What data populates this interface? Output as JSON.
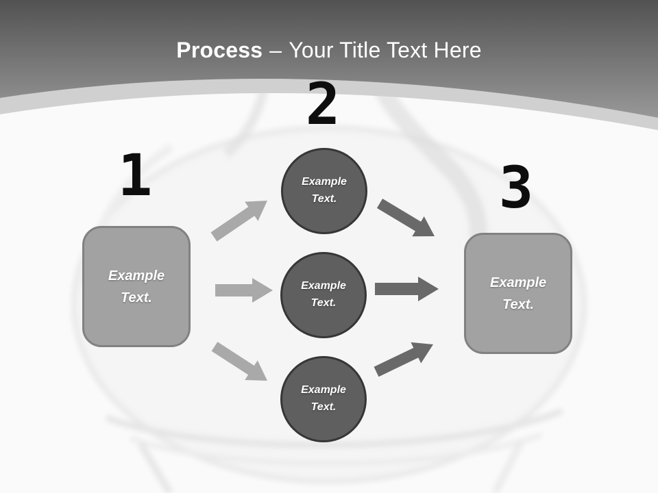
{
  "header": {
    "title_emphasis": "Process",
    "title_separator": "–",
    "title_rest": "Your Title Text Here"
  },
  "diagram": {
    "columns": [
      {
        "number": "1",
        "shape": "rounded-rectangle",
        "label": "Example Text."
      },
      {
        "number": "2",
        "shape": "circle-group",
        "items": [
          {
            "label": "Example Text."
          },
          {
            "label": "Example Text."
          },
          {
            "label": "Example Text."
          }
        ]
      },
      {
        "number": "3",
        "shape": "rounded-rectangle",
        "label": "Example Text."
      }
    ]
  },
  "colors": {
    "header_top": "#525252",
    "header_bottom": "#989898",
    "band": "#d0d0d0",
    "canvas_bg": "#fafafa",
    "title_color": "#ffffff",
    "number_color": "#0d0d0d",
    "box_fill": "#a2a2a2",
    "box_border": "#818181",
    "circle_fill": "#5f5f5f",
    "circle_border": "#363636",
    "arrow_left": "#a9a9a9",
    "arrow_right": "#696969",
    "shape_label_color": "#ffffff"
  }
}
